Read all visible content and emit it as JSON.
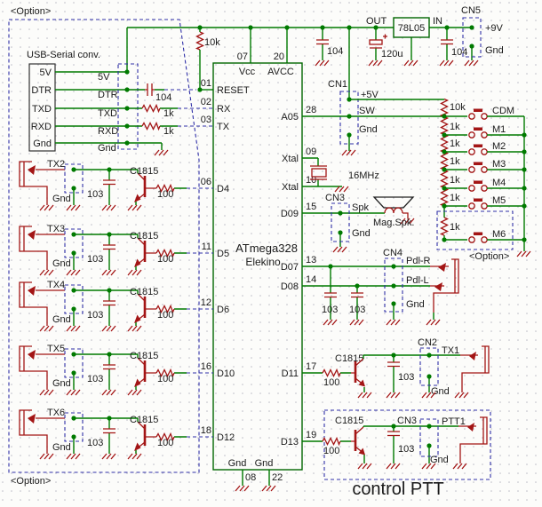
{
  "colors": {
    "wire": "#007a00",
    "component": "#a31515",
    "dashed_outline": "#3030a8",
    "chip_outline": "#006600",
    "text": "#1a1a1a"
  },
  "option": {
    "top": "<Option>",
    "bottom": "<Option>",
    "m6": "<Option>"
  },
  "usb": {
    "title": "USB-Serial conv.",
    "pins": [
      "5V",
      "DTR",
      "TXD",
      "RXD",
      "Gnd"
    ],
    "conn_pins": [
      "5V",
      "DTR",
      "TXD",
      "RXD",
      "Gnd"
    ],
    "dtr_cap": "104",
    "txd_res": "1k",
    "rxd_res": "1k"
  },
  "power": {
    "pullup": "10k",
    "rail_cap": "104",
    "out_label": "OUT",
    "regulator": "78L05",
    "in_label": "IN",
    "cap_out": "120u",
    "cap_in": "104",
    "cn5": {
      "name": "CN5",
      "p1": "+9V",
      "p2": "Gnd"
    }
  },
  "chip": {
    "name": "ATmega328",
    "subtitle": "Elekino",
    "top": [
      {
        "n": "07",
        "l": "Vcc"
      },
      {
        "n": "20",
        "l": "AVCC"
      }
    ],
    "bottom": [
      {
        "n": "08",
        "l": "Gnd"
      },
      {
        "n": "22",
        "l": "Gnd"
      }
    ],
    "left": [
      {
        "n": "01",
        "l": "RESET"
      },
      {
        "n": "02",
        "l": "RX"
      },
      {
        "n": "03",
        "l": "TX"
      },
      {
        "n": "06",
        "l": "D4"
      },
      {
        "n": "11",
        "l": "D5"
      },
      {
        "n": "12",
        "l": "D6"
      },
      {
        "n": "16",
        "l": "D10"
      },
      {
        "n": "18",
        "l": "D12"
      }
    ],
    "right": [
      {
        "n": "28",
        "l": "A05"
      },
      {
        "n": "09",
        "l": "Xtal"
      },
      {
        "n": "10",
        "l": "Xtal"
      },
      {
        "n": "15",
        "l": "D09"
      },
      {
        "n": "13",
        "l": "D07"
      },
      {
        "n": "14",
        "l": "D08"
      },
      {
        "n": "17",
        "l": "D11"
      },
      {
        "n": "19",
        "l": "D13"
      }
    ]
  },
  "cn1": {
    "name": "CN1",
    "p1": "+5V",
    "p2": "SW",
    "p3": "Gnd"
  },
  "keyer": {
    "rows": [
      {
        "res": "10k",
        "btn": "CDM"
      },
      {
        "res": "1k",
        "btn": "M1"
      },
      {
        "res": "1k",
        "btn": "M2"
      },
      {
        "res": "1k",
        "btn": "M3"
      },
      {
        "res": "1k",
        "btn": "M4"
      },
      {
        "res": "1k",
        "btn": "M5"
      },
      {
        "res": "1k",
        "btn": "M6"
      }
    ]
  },
  "xtal": {
    "freq": "16MHz"
  },
  "spk": {
    "cn": "CN3",
    "p1": "Spk",
    "p2": "Gnd",
    "name": "Mag.Spk."
  },
  "paddle": {
    "cn": "CN4",
    "p1": "Pdl-R",
    "p2": "Pdl-L",
    "p3": "Gnd",
    "cap1": "103",
    "cap2": "103"
  },
  "tx1": {
    "tr": "C1815",
    "res": "100",
    "cap": "103",
    "cn": "CN2",
    "jack": "TX1",
    "gnd": "Gnd"
  },
  "ptt": {
    "tr": "C1815",
    "res": "100",
    "cap": "103",
    "cn": "CN3",
    "jack": "PTT1",
    "gnd": "Gnd",
    "caption": "control PTT"
  },
  "tx_blocks": [
    {
      "name": "TX2",
      "gnd": "Gnd",
      "cap": "103",
      "tr": "C1815",
      "res": "100"
    },
    {
      "name": "TX3",
      "gnd": "Gnd",
      "cap": "103",
      "tr": "C1815",
      "res": "100"
    },
    {
      "name": "TX4",
      "gnd": "Gnd",
      "cap": "103",
      "tr": "C1815",
      "res": "100"
    },
    {
      "name": "TX5",
      "gnd": "Gnd",
      "cap": "103",
      "tr": "C1815",
      "res": "100"
    },
    {
      "name": "TX6",
      "gnd": "Gnd",
      "cap": "103",
      "tr": "C1815",
      "res": "100"
    }
  ]
}
